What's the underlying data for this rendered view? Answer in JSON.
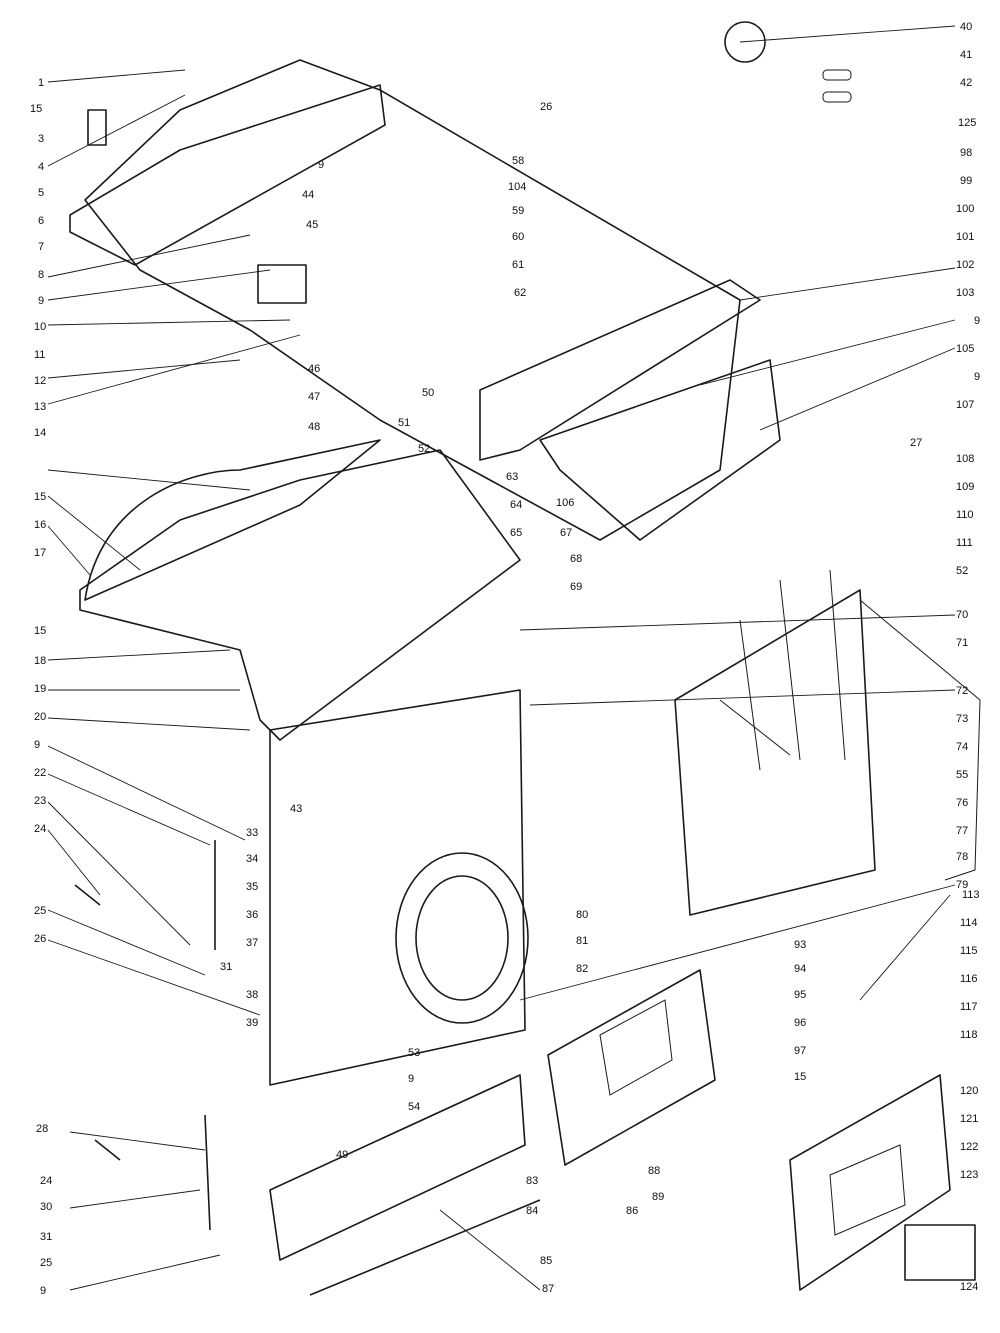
{
  "diagram": {
    "labels": [
      "1",
      "15",
      "3",
      "4",
      "5",
      "6",
      "7",
      "8",
      "9",
      "10",
      "11",
      "12",
      "13",
      "14",
      "15",
      "16",
      "17",
      "15",
      "18",
      "19",
      "20",
      "9",
      "22",
      "23",
      "24",
      "25",
      "26",
      "33",
      "43",
      "34",
      "35",
      "36",
      "37",
      "31",
      "38",
      "39",
      "53",
      "9",
      "28",
      "24",
      "30",
      "31",
      "25",
      "9",
      "49",
      "54",
      "87",
      "26",
      "9",
      "58",
      "104",
      "59",
      "60",
      "61",
      "62",
      "44",
      "45",
      "46",
      "47",
      "48",
      "50",
      "51",
      "52",
      "63",
      "64",
      "65",
      "40",
      "41",
      "42",
      "125",
      "98",
      "99",
      "100",
      "101",
      "102",
      "103",
      "9",
      "105",
      "9",
      "107",
      "27",
      "108",
      "109",
      "110",
      "111",
      "52",
      "106",
      "67",
      "68",
      "69",
      "70",
      "71",
      "72",
      "73",
      "74",
      "55",
      "76",
      "77",
      "78",
      "79",
      "80",
      "81",
      "82",
      "93",
      "94",
      "95",
      "96",
      "97",
      "15",
      "83",
      "84",
      "85",
      "86",
      "88",
      "89",
      "113",
      "114",
      "115",
      "116",
      "117",
      "118",
      "120",
      "121",
      "122",
      "123",
      "124"
    ]
  }
}
